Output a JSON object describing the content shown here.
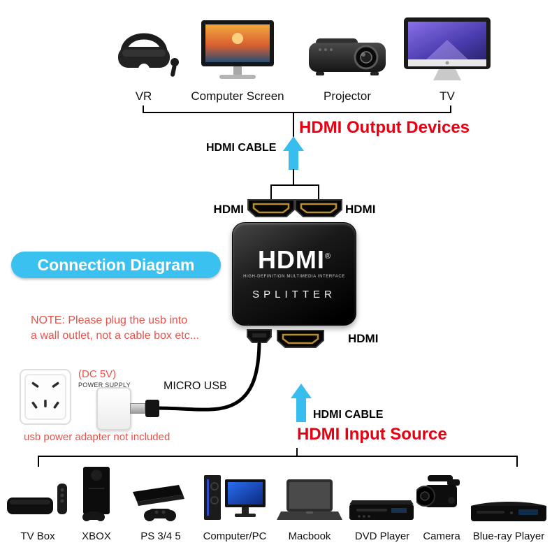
{
  "colors": {
    "heading_red": "#e60012",
    "note_red": "#e8524a",
    "accent_cyan": "#3ac1f0",
    "line_black": "#000000"
  },
  "badge": {
    "label": "Connection Diagram"
  },
  "output_section": {
    "heading": "HDMI Output Devices",
    "cable_label": "HDMI CABLE",
    "devices": [
      {
        "label": "VR"
      },
      {
        "label": "Computer Screen"
      },
      {
        "label": "Projector"
      },
      {
        "label": "TV"
      }
    ],
    "port_left_label": "HDMI",
    "port_right_label": "HDMI"
  },
  "splitter": {
    "brand": "HDMI",
    "registered": "®",
    "subtitle": "HIGH-DEFINITION MULTIMEDIA INTERFACE",
    "name": "SPLITTER",
    "input_port_label": "HDMI"
  },
  "power": {
    "note_line1": "NOTE: Please plug the usb into",
    "note_line2": "a wall outlet, not a cable box etc...",
    "dc_label": "(DC 5V)",
    "supply_label": "POWER SUPPLY",
    "micro_usb_label": "MICRO USB",
    "disclaimer": "usb power adapter not included"
  },
  "input_section": {
    "cable_label": "HDMI CABLE",
    "heading": "HDMI Input Source",
    "devices": [
      {
        "label": "TV Box"
      },
      {
        "label": "XBOX"
      },
      {
        "label": "PS 3/4 5"
      },
      {
        "label": "Computer/PC"
      },
      {
        "label": "Macbook"
      },
      {
        "label": "DVD Player"
      },
      {
        "label": "Camera"
      },
      {
        "label": "Blue-ray Player"
      }
    ]
  }
}
